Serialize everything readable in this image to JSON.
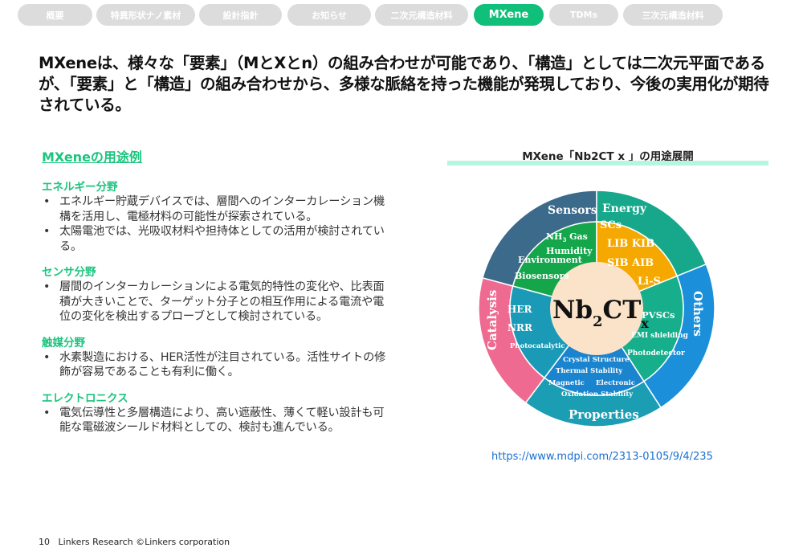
{
  "nav": {
    "tabs": [
      {
        "label": "概要",
        "active": false
      },
      {
        "label": "特異形状ナノ素材",
        "active": false
      },
      {
        "label": "設計指針",
        "active": false
      },
      {
        "label": "お知らせ",
        "active": false
      },
      {
        "label": "二次元構造材料",
        "active": false
      },
      {
        "label": "MXene",
        "active": true
      },
      {
        "label": "TDMs",
        "active": false
      },
      {
        "label": "三次元構造材料",
        "active": false
      }
    ]
  },
  "lead": "MXeneは、様々な「要素」（MとXとn）の組み合わせが可能であり、「構造」としては二次元平面であるが、「要素」と「構造」の組み合わせから、多様な脈絡を持った機能が発現しており、今後の実用化が期待されている。",
  "uses": {
    "title": "MXeneの用途例",
    "sections": [
      {
        "heading": "エネルギー分野",
        "bullets": [
          "エネルギー貯蔵デバイスでは、層間へのインターカレーション機構を活用し、電極材料の可能性が探索されている。",
          "太陽電池では、光吸収材料や担持体としての活用が検討されている。"
        ]
      },
      {
        "heading": "センサ分野",
        "bullets": [
          "層間のインターカレーションによる電気的特性の変化や、比表面積が大きいことで、ターゲット分子との相互作用による電流や電位の変化を検出するプローブとして検討されている。"
        ]
      },
      {
        "heading": "触媒分野",
        "bullets": [
          "水素製造における、HER活性が注目されている。活性サイトの修飾が容易であることも有利に働く。"
        ]
      },
      {
        "heading": "エレクトロニクス",
        "bullets": [
          "電気伝導性と多層構造により、高い遮蔽性、薄くて軽い設計も可能な電磁波シールド材料としての、検討も進んでいる。"
        ]
      }
    ]
  },
  "figure": {
    "title": "MXene「Nb2CT x 」の用途展開",
    "center": {
      "main": "Nb",
      "sub1": "2",
      "main2": "CT",
      "sub2": "x"
    },
    "segments": {
      "sensors": {
        "label": "Sensors",
        "items": [
          "NH",
          "3",
          " Gas",
          "Humidity",
          "Environment",
          "Biosensors"
        ],
        "outer_color": "#3b6a8a",
        "inner_color": "#15a64c"
      },
      "energy": {
        "label": "Energy",
        "items": [
          "SCs",
          "LIB KIB",
          "SIB AIB",
          "Li-S"
        ],
        "outer_color": "#17a88c",
        "inner_color": "#f5a900"
      },
      "others": {
        "label": "Others",
        "items": [
          "PVSCs",
          "EMI shielding",
          "Photodetector"
        ],
        "outer_color": "#1b8fd9",
        "inner_color": "#17ae8c"
      },
      "properties": {
        "label": "Properties",
        "items": [
          "Crystal Structure",
          "Thermal Stability",
          "Magnetic",
          "Electronic",
          "Oxidation Stability"
        ],
        "outer_color": "#1b9db4",
        "inner_color": "#1a84cf"
      },
      "catalysis": {
        "label": "Catalysis",
        "items": [
          "HER",
          "NRR",
          "Photocatalytic"
        ],
        "outer_color": "#ee6a90",
        "inner_color": "#1a9ab6"
      }
    },
    "center_color": "#fbe3c9",
    "source": "https://www.mdpi.com/2313-0105/9/4/235"
  },
  "footer": {
    "page": "10",
    "text": "Linkers Research ©Linkers corporation"
  },
  "colors": {
    "accent": "#1cc47e",
    "tab_inactive": "#dcdcdc",
    "tab_active": "#10c07a",
    "link": "#1a6fd0"
  }
}
